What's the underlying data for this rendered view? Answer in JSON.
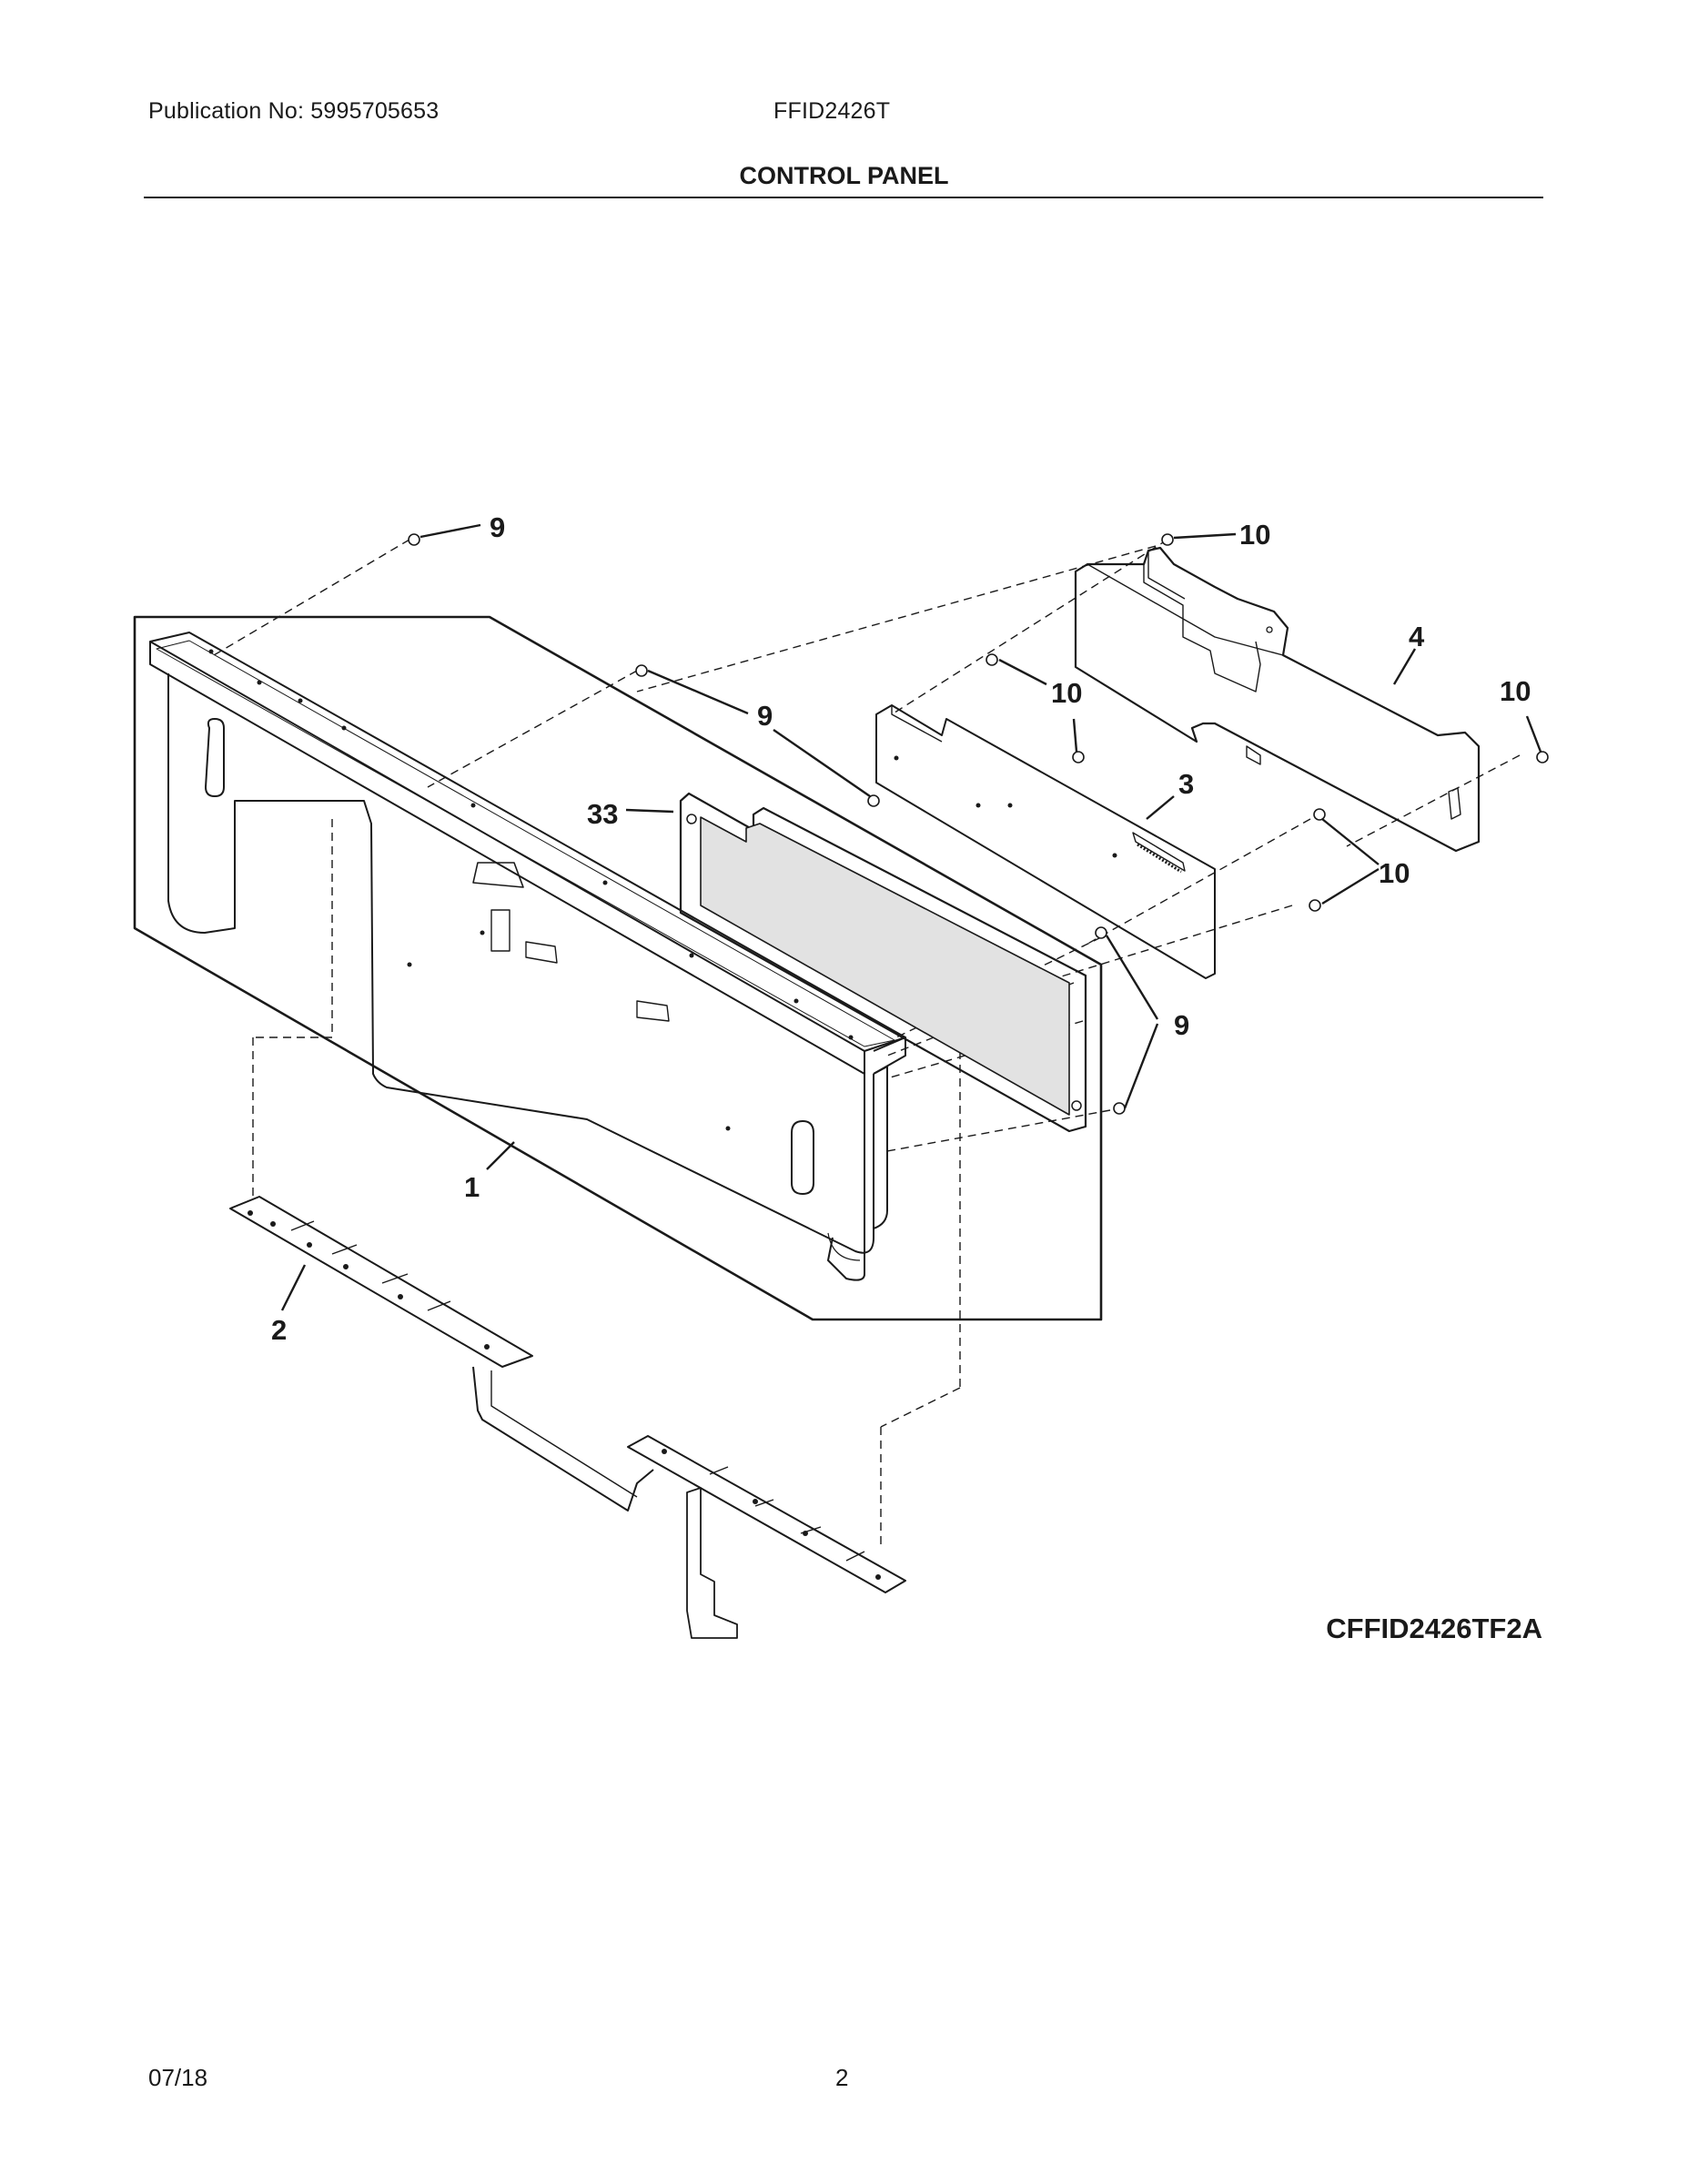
{
  "header": {
    "publication": "Publication No: 5995705653",
    "model": "FFID2426T",
    "title": "CONTROL PANEL"
  },
  "diagram": {
    "code": "CFFID2426TF2A",
    "callouts": [
      "9",
      "10",
      "4",
      "10",
      "9",
      "10",
      "3",
      "33",
      "10",
      "9",
      "1",
      "2"
    ]
  },
  "footer": {
    "date": "07/18",
    "page": "2"
  },
  "colors": {
    "line": "#1a1a1a",
    "glass": "#e2e2e2"
  }
}
